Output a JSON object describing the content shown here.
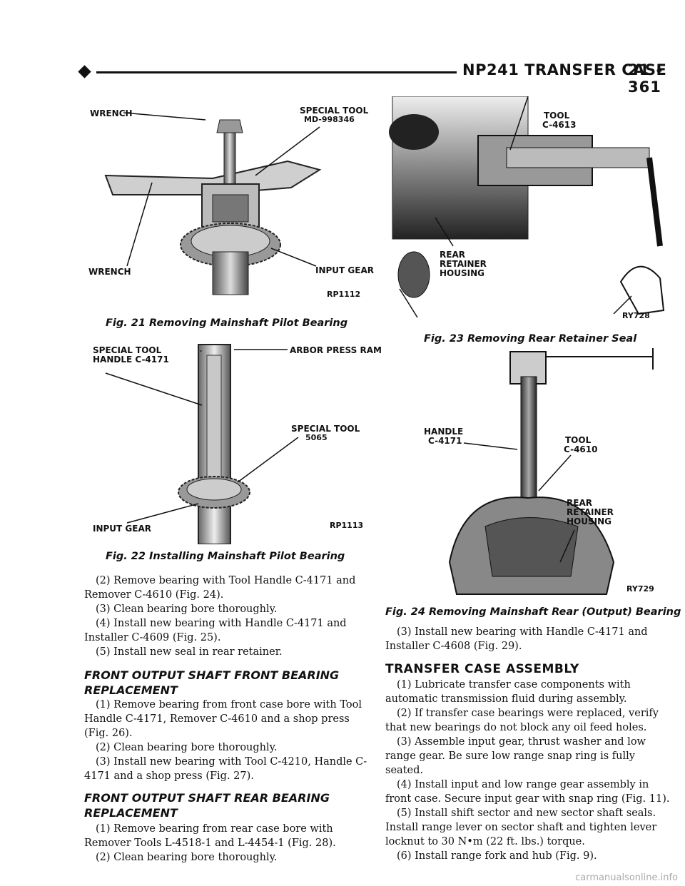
{
  "header": {
    "title": "NP241 TRANSFER CASE",
    "page": "21 - 361"
  },
  "fig21": {
    "labels": {
      "wrench_top": "WRENCH",
      "special_tool_1": "SPECIAL TOOL",
      "special_tool_2": "MD-998346",
      "wrench_bottom": "WRENCH",
      "input_gear": "INPUT GEAR",
      "code": "RP1112"
    },
    "caption": "Fig. 21 Removing Mainshaft Pilot Bearing"
  },
  "fig22": {
    "labels": {
      "handle_1": "SPECIAL TOOL",
      "handle_2": "HANDLE C-4171",
      "arbor": "ARBOR PRESS RAM",
      "special_tool_1": "SPECIAL TOOL",
      "special_tool_2": "5065",
      "input_gear": "INPUT GEAR",
      "code": "RP1113"
    },
    "caption": "Fig. 22 Installing Mainshaft Pilot Bearing"
  },
  "fig23": {
    "labels": {
      "tool_1": "TOOL",
      "tool_2": "C-4613",
      "rear_1": "REAR",
      "rear_2": "RETAINER",
      "rear_3": "HOUSING",
      "code": "RY728"
    },
    "caption": "Fig. 23 Removing Rear Retainer Seal"
  },
  "fig24": {
    "labels": {
      "handle_1": "HANDLE",
      "handle_2": "C-4171",
      "tool_1": "TOOL",
      "tool_2": "C-4610",
      "rear_1": "REAR",
      "rear_2": "RETAINER",
      "rear_3": "HOUSING",
      "code": "RY729"
    },
    "caption": "Fig. 24 Removing Mainshaft Rear (Output) Bearing"
  },
  "left_steps": [
    "(2) Remove bearing with Tool Handle C-4171 and Remover C-4610 (Fig. 24).",
    "(3) Clean bearing bore thoroughly.",
    "(4) Install new bearing with Handle C-4171 and Installer C-4609 (Fig. 25).",
    "(5) Install new seal in rear retainer."
  ],
  "section_front_front": {
    "heading_1": "FRONT OUTPUT SHAFT FRONT BEARING",
    "heading_2": "REPLACEMENT",
    "steps": [
      "(1) Remove bearing from front case bore with Tool Handle C-4171, Remover C-4610 and a shop press (Fig. 26).",
      "(2) Clean bearing bore thoroughly.",
      "(3) Install new bearing with Tool C-4210, Handle C-4171 and a shop press (Fig. 27)."
    ]
  },
  "section_front_rear": {
    "heading_1": "FRONT OUTPUT SHAFT REAR BEARING",
    "heading_2": "REPLACEMENT",
    "steps": [
      "(1) Remove bearing from rear case bore with Remover Tools L-4518-1 and L-4454-1 (Fig. 28).",
      "(2) Clean bearing bore thoroughly."
    ]
  },
  "right_step": "(3) Install new bearing with Handle C-4171 and Installer C-4608 (Fig. 29).",
  "assembly": {
    "heading": "TRANSFER CASE ASSEMBLY",
    "steps": [
      "(1) Lubricate transfer case components with automatic transmission fluid during assembly.",
      "(2) If transfer case bearings were replaced, verify that new bearings do not block any oil feed holes.",
      "(3) Assemble input gear, thrust washer and low range gear. Be sure low range snap ring is fully seated.",
      "(4) Install input and low range gear assembly in front case. Secure input gear with snap ring (Fig. 11).",
      "(5) Install shift sector and new sector shaft seals. Install range lever on sector shaft and tighten lever locknut to 30 N•m (22 ft. lbs.) torque.",
      "(6) Install range fork and hub (Fig. 9)."
    ]
  },
  "footer": "carmanualsonline.info"
}
